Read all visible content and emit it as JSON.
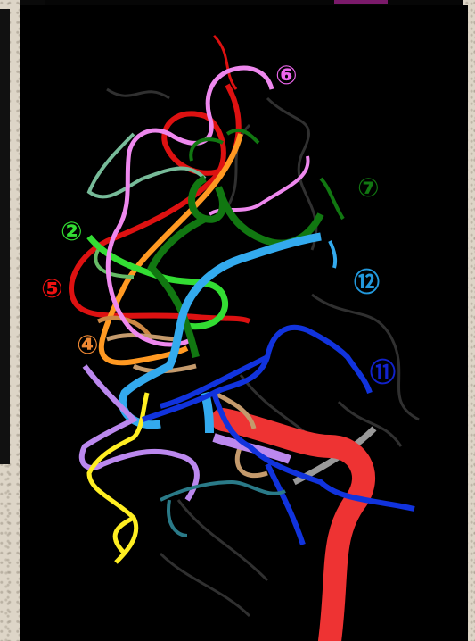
{
  "colors": {
    "label_6": "#ee66ee",
    "label_7": "#117711",
    "label_2": "#33dd33",
    "label_12": "#2299dd",
    "label_5": "#ee1111",
    "label_4": "#ee8833",
    "label_11": "#1122cc"
  },
  "labels": {
    "six": "⑥",
    "seven": "⑦",
    "two": "②",
    "twelve": "⑫",
    "five": "⑤",
    "four": "④",
    "eleven": "⑪"
  }
}
